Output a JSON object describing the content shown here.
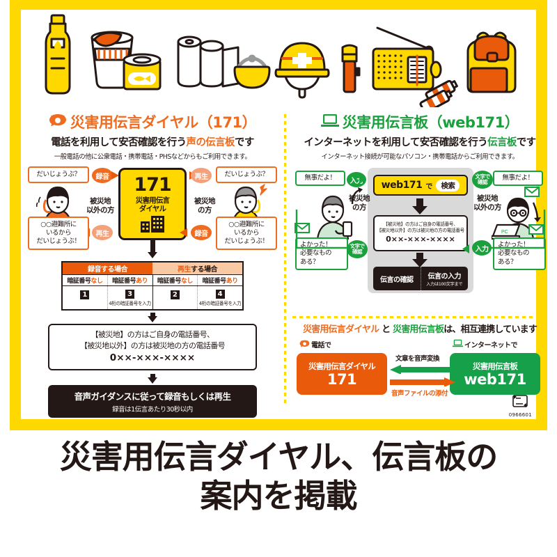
{
  "poster": {
    "left_section": {
      "icon": "telephone-icon",
      "title": "災害用伝言ダイヤル（171）",
      "subtitle_plain_1": "電話を利用して安否確認を行う",
      "subtitle_highlight": "声の伝言板",
      "subtitle_plain_2": "です",
      "note": "一般電話の他に公衆電話・携帯電話・PHSなどからもご利用できます。",
      "diagram": {
        "left_person_role": "被災地\n以外の方",
        "right_person_role": "被災地\nの方",
        "bubble_top_left": "だいじょうぶ？",
        "bubble_bottom_left": "○○避難所に\nいるから\nだいじょうぶ！",
        "bubble_top_right": "だいじょうぶ？",
        "bubble_bottom_right": "○○避難所に\nいるから\nだいじょうぶ！",
        "pill_top_left": "録音",
        "pill_bottom_left": "再生",
        "pill_top_right": "再生",
        "pill_bottom_right": "録音",
        "sign_number": "171",
        "sign_label_1": "災害用伝言",
        "sign_label_2": "ダイヤル"
      },
      "table": {
        "header_record": "録音する場合",
        "header_record_em": "録音",
        "header_record_rest": "する場合",
        "header_play_em": "再生",
        "header_play_rest": "する場合",
        "sub_1": "暗証番号",
        "sub_1_em": "なし",
        "sub_2": "暗証番号",
        "sub_2_em": "あり",
        "sub_3": "暗証番号",
        "sub_3_em": "なし",
        "sub_4": "暗証番号",
        "sub_4_em": "あり",
        "num_1": "1",
        "num_2": "3",
        "num_3": "2",
        "num_4": "4",
        "hint_2": "4桁の暗証番号を入力",
        "hint_4": "4桁の暗証番号を入力"
      },
      "step_phone": {
        "line1": "【被災地】の方はご自身の電話番号、",
        "line2": "【被災地以外】の方は被災地の方の電話番号",
        "number": "0××-×××-××××"
      },
      "step_guide": {
        "line1": "音声ガイダンスに従って録音もしくは再生",
        "line2": "録音は1伝言あたり30秒以内"
      }
    },
    "right_section": {
      "icon": "laptop-icon",
      "title": "災害用伝言板（web171）",
      "subtitle_plain_1": "インターネットを利用して安否確認を行う",
      "subtitle_highlight": "伝言板",
      "subtitle_plain_2": "です",
      "note": "インターネット接続が可能なパソコン・携帯電話からご利用できます。",
      "diagram": {
        "search_word": "web171",
        "search_de": "で",
        "search_button": "検索",
        "telbox_line1": "【被災地】の方はご自身の電話番号、",
        "telbox_line2": "【被災地以外】の方は被災地の方の電話番号",
        "telbox_number": "0××-×××-××××",
        "msg_left": "伝言の確認",
        "msg_right": "伝言の入力",
        "msg_right_sub": "入力は100文字まで",
        "left_person_role": "被災地\nの方",
        "right_person_role": "被災地\n以外の方",
        "bubble_top_left": "無事だよ！",
        "bubble_bottom_left": "よかった！\n必要なもの\nある？",
        "bubble_top_right": "無事だよ！",
        "bubble_bottom_right": "よかった！\n必要なもの\nある？",
        "pill_top_left": "入力",
        "pill_bottom_left_1": "文字で",
        "pill_bottom_left_2": "確認",
        "pill_top_right_1": "文字で",
        "pill_top_right_2": "確認",
        "pill_bottom_right": "入力",
        "pc_label": "PC"
      },
      "interlink": {
        "title_a": "災害用伝言ダイヤル",
        "title_to": "と",
        "title_b": "災害用伝言板",
        "title_rest": "は、相互連携しています",
        "cap_left_icon": "telephone-icon",
        "cap_left": "電話で",
        "cap_right_icon": "laptop-icon",
        "cap_right": "インターネットで",
        "box_left_title": "災害用伝言ダイヤル",
        "box_left_number": "171",
        "box_right_title": "災害用伝言板",
        "box_right_number": "web171",
        "arrow_top_label": "文章を音声変換",
        "arrow_bottom_label": "音声ファイルの添付"
      },
      "print_code": "0966601"
    },
    "supplies": [
      "water-bottle-icon",
      "instant-noodle-cup-icon",
      "canned-food-icon",
      "toilet-paper-icon",
      "coin-purse-icon",
      "helmet-icon",
      "flashlight-icon",
      "radio-icon",
      "batteries-icon",
      "backpack-icon"
    ]
  },
  "headline": {
    "line1": "災害用伝言ダイヤル、伝言板の",
    "line2": "案内を掲載"
  },
  "colors": {
    "frame_yellow": "#ffd800",
    "orange": "#ef6b1f",
    "orange_dark": "#ea5a0b",
    "green": "#1aa03c",
    "green_dark": "#16a04a",
    "ink": "#231815"
  }
}
